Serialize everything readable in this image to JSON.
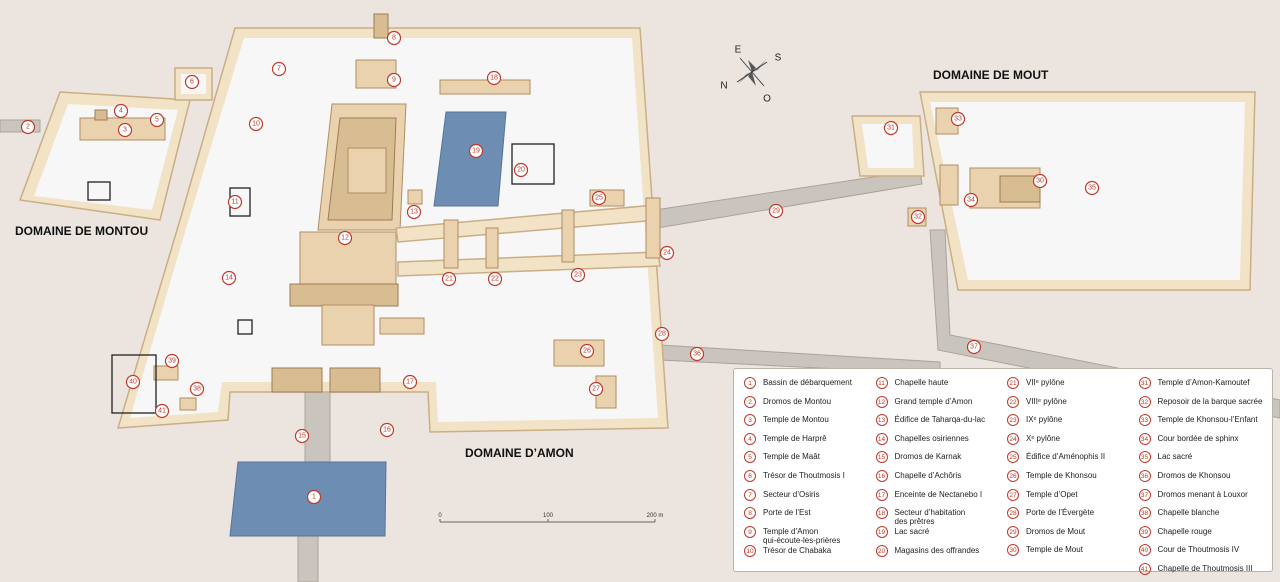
{
  "regions": {
    "montou": "DOMAINE DE MONTOU",
    "amon": "DOMAINE D’AMON",
    "mout": "DOMAINE DE MOUT"
  },
  "compass": {
    "e": "E",
    "s": "S",
    "n": "N",
    "o": "O"
  },
  "scale": {
    "ticks": [
      "0",
      "100",
      "200 m"
    ]
  },
  "colors": {
    "water": "#6d8db3",
    "wall": "#f2e2c6",
    "marker": "#c0392b",
    "road": "#c9c4bd"
  },
  "markers": [
    "1",
    "2",
    "3",
    "4",
    "5",
    "6",
    "7",
    "8",
    "9",
    "10",
    "11",
    "12",
    "13",
    "14",
    "15",
    "16",
    "17",
    "18",
    "19",
    "20",
    "21",
    "22",
    "23",
    "24",
    "25",
    "26",
    "27",
    "28",
    "29",
    "30",
    "31",
    "32",
    "33",
    "34",
    "35",
    "36",
    "37",
    "38",
    "39",
    "40",
    "41"
  ],
  "legend": [
    {
      "num": "1",
      "label": "Bassin de débarquement"
    },
    {
      "num": "2",
      "label": "Dromos de Montou"
    },
    {
      "num": "3",
      "label": "Temple de Montou"
    },
    {
      "num": "4",
      "label": "Temple de Harprê"
    },
    {
      "num": "5",
      "label": "Temple de Maât"
    },
    {
      "num": "6",
      "label": "Trésor de Thoutmosis I"
    },
    {
      "num": "7",
      "label": "Secteur d’Osiris"
    },
    {
      "num": "8",
      "label": "Porte de l’Est"
    },
    {
      "num": "9",
      "label": "Temple d’Amon\nqui-écoute-les-prières"
    },
    {
      "num": "10",
      "label": "Trésor de Chabaka"
    },
    {
      "num": "11",
      "label": "Chapelle haute"
    },
    {
      "num": "12",
      "label": "Grand temple d’Amon"
    },
    {
      "num": "13",
      "label": "Édifice de Taharqa-du-lac"
    },
    {
      "num": "14",
      "label": "Chapelles osiriennes"
    },
    {
      "num": "15",
      "label": "Dromos de Karnak"
    },
    {
      "num": "16",
      "label": "Chapelle d’Achôris"
    },
    {
      "num": "17",
      "label": "Enceinte de Nectanebo I"
    },
    {
      "num": "18",
      "label": "Secteur d’habitation\ndes prêtres"
    },
    {
      "num": "19",
      "label": "Lac sacré"
    },
    {
      "num": "20",
      "label": "Magasins des offrandes"
    },
    {
      "num": "21",
      "label": "VIIᵉ pylône"
    },
    {
      "num": "22",
      "label": "VIIIᵉ pylône"
    },
    {
      "num": "23",
      "label": "IXᵉ pylône"
    },
    {
      "num": "24",
      "label": "Xᵉ pylône"
    },
    {
      "num": "25",
      "label": "Édifice d’Aménophis II"
    },
    {
      "num": "26",
      "label": "Temple de Khonsou"
    },
    {
      "num": "27",
      "label": "Temple d’Opet"
    },
    {
      "num": "28",
      "label": "Porte de l’Évergète"
    },
    {
      "num": "29",
      "label": "Dromos de Mout"
    },
    {
      "num": "30",
      "label": "Temple de Mout"
    },
    {
      "num": "31",
      "label": "Temple d’Amon-Kamoutef"
    },
    {
      "num": "32",
      "label": "Reposoir de la barque sacrée"
    },
    {
      "num": "33",
      "label": "Temple de Khonsou-l’Enfant"
    },
    {
      "num": "34",
      "label": "Cour bordée de sphinx"
    },
    {
      "num": "35",
      "label": "Lac sacré"
    },
    {
      "num": "36",
      "label": "Dromos de Khonsou"
    },
    {
      "num": "37",
      "label": "Dromos menant à Louxor"
    },
    {
      "num": "38",
      "label": "Chapelle blanche"
    },
    {
      "num": "39",
      "label": "Chapelle rouge"
    },
    {
      "num": "40",
      "label": "Cour de Thoutmosis IV"
    },
    {
      "num": "41",
      "label": "Chapelle de Thoutmosis III"
    }
  ]
}
